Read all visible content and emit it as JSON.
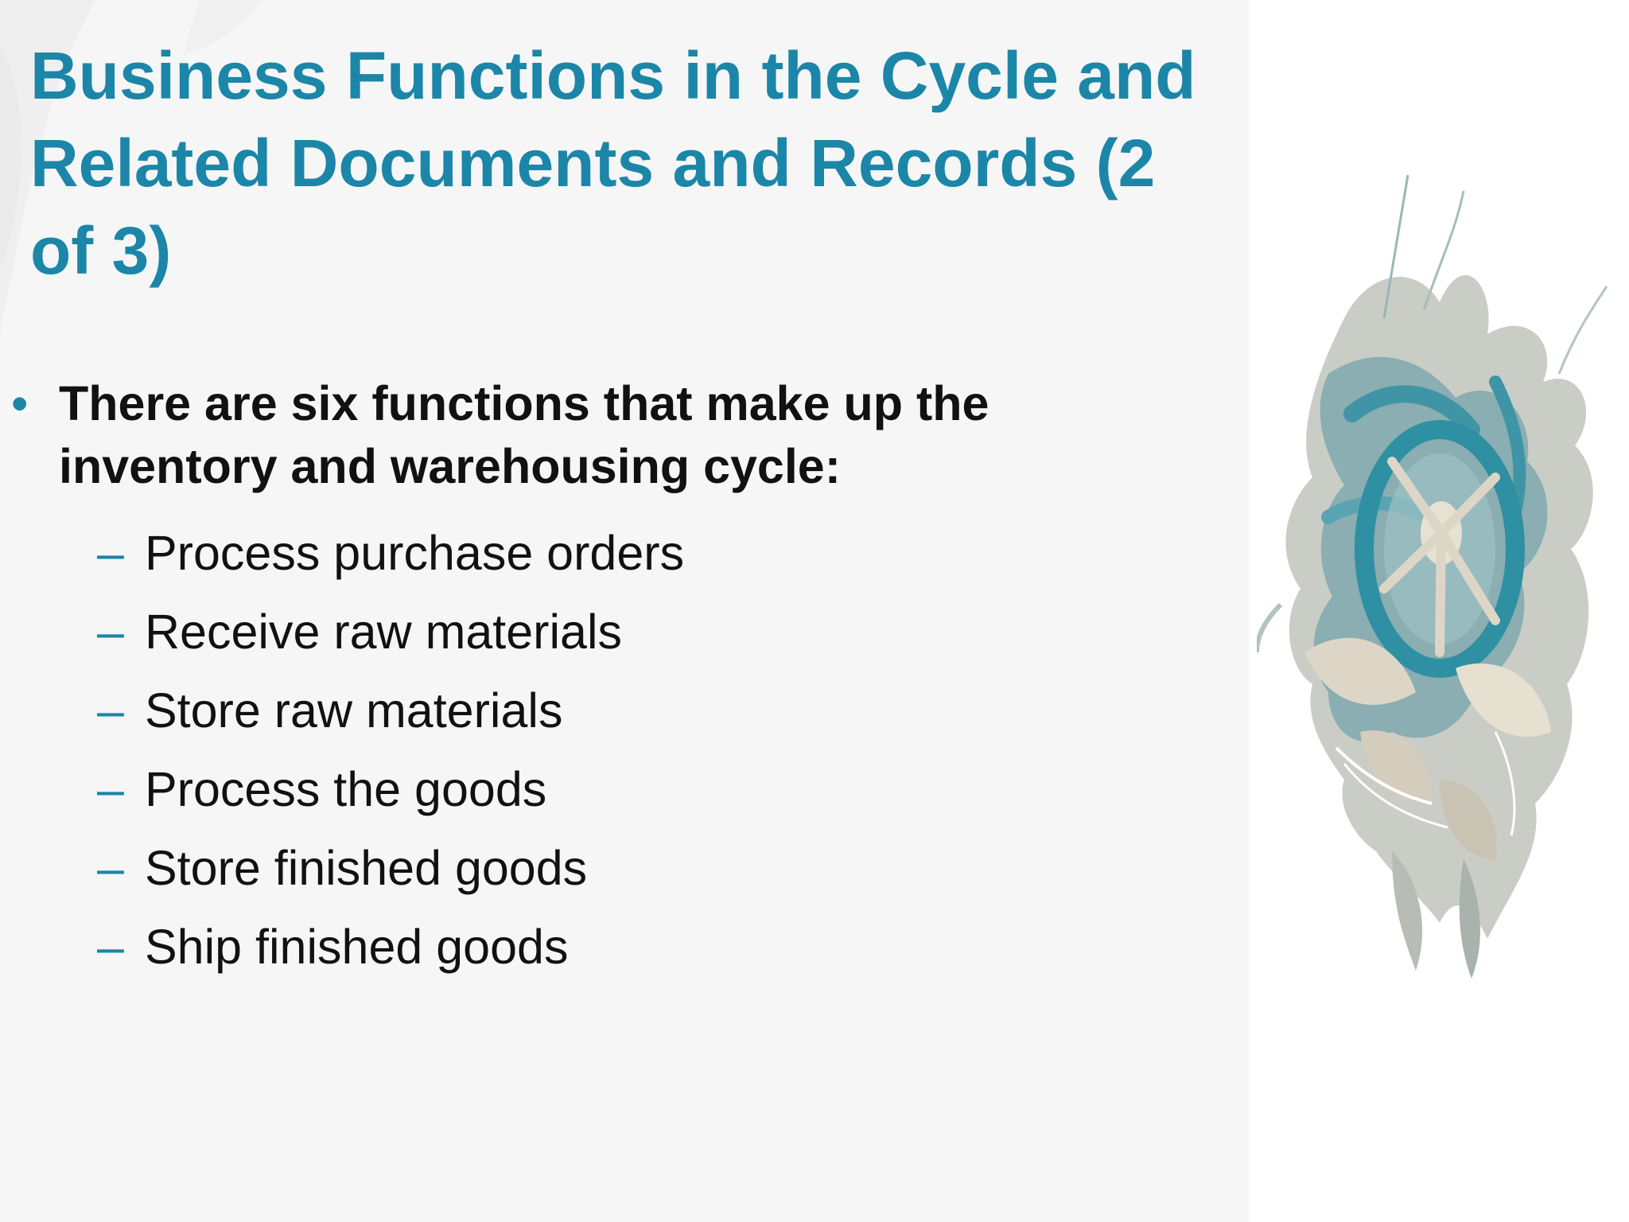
{
  "slide": {
    "title": "Business Functions in the Cycle and Related Documents and Records (2 of 3)",
    "bullet": {
      "marker": "•",
      "text": "There are six functions that make up the inventory and warehousing cycle:"
    },
    "sub_marker": "–",
    "sub_items": [
      "Process purchase orders",
      "Receive raw materials",
      "Store raw materials",
      "Process the goods",
      "Store finished goods",
      "Ship finished goods"
    ],
    "image_icon": "abstract-painted-wheel-image"
  },
  "colors": {
    "title": "#1b86a8",
    "text": "#111111",
    "panel_background": "#f6f6f6",
    "right_background": "#ffffff",
    "art_teal": "#3f95a6",
    "art_cream": "#ddd6c6"
  }
}
